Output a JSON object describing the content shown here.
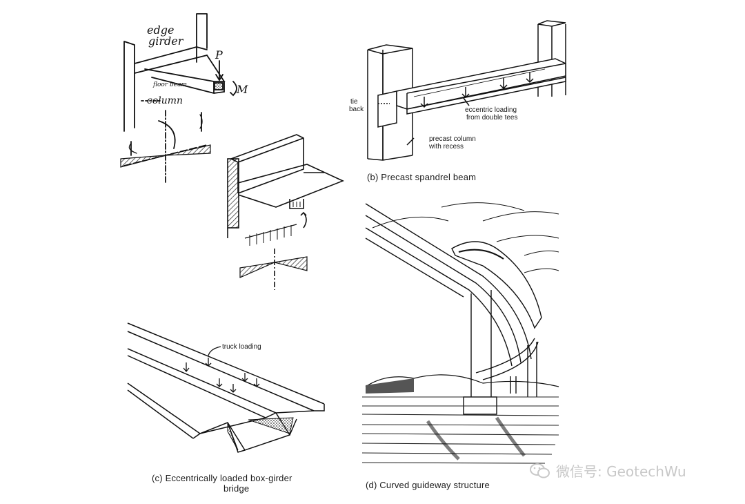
{
  "panel_a": {
    "edge_label": "edge",
    "girder_label": "girder",
    "floor_beam_label": "floor beam",
    "column_label": "column",
    "p_label": "P",
    "m_label": "M"
  },
  "panel_b": {
    "tie_label": "tie",
    "back_label": "back",
    "eccentric_line1": "eccentric loading",
    "eccentric_line2": "from double tees",
    "precast_line1": "precast column",
    "precast_line2": "with recess",
    "caption": "(b) Precast spandrel beam"
  },
  "panel_c": {
    "truck_label": "truck loading",
    "caption_line1": "(c) Eccentrically loaded box-girder",
    "caption_line2": "bridge"
  },
  "panel_d": {
    "caption": "(d) Curved guideway structure"
  },
  "watermark": {
    "text": "微信号: GeotechWu",
    "icon": "wechat-icon"
  }
}
